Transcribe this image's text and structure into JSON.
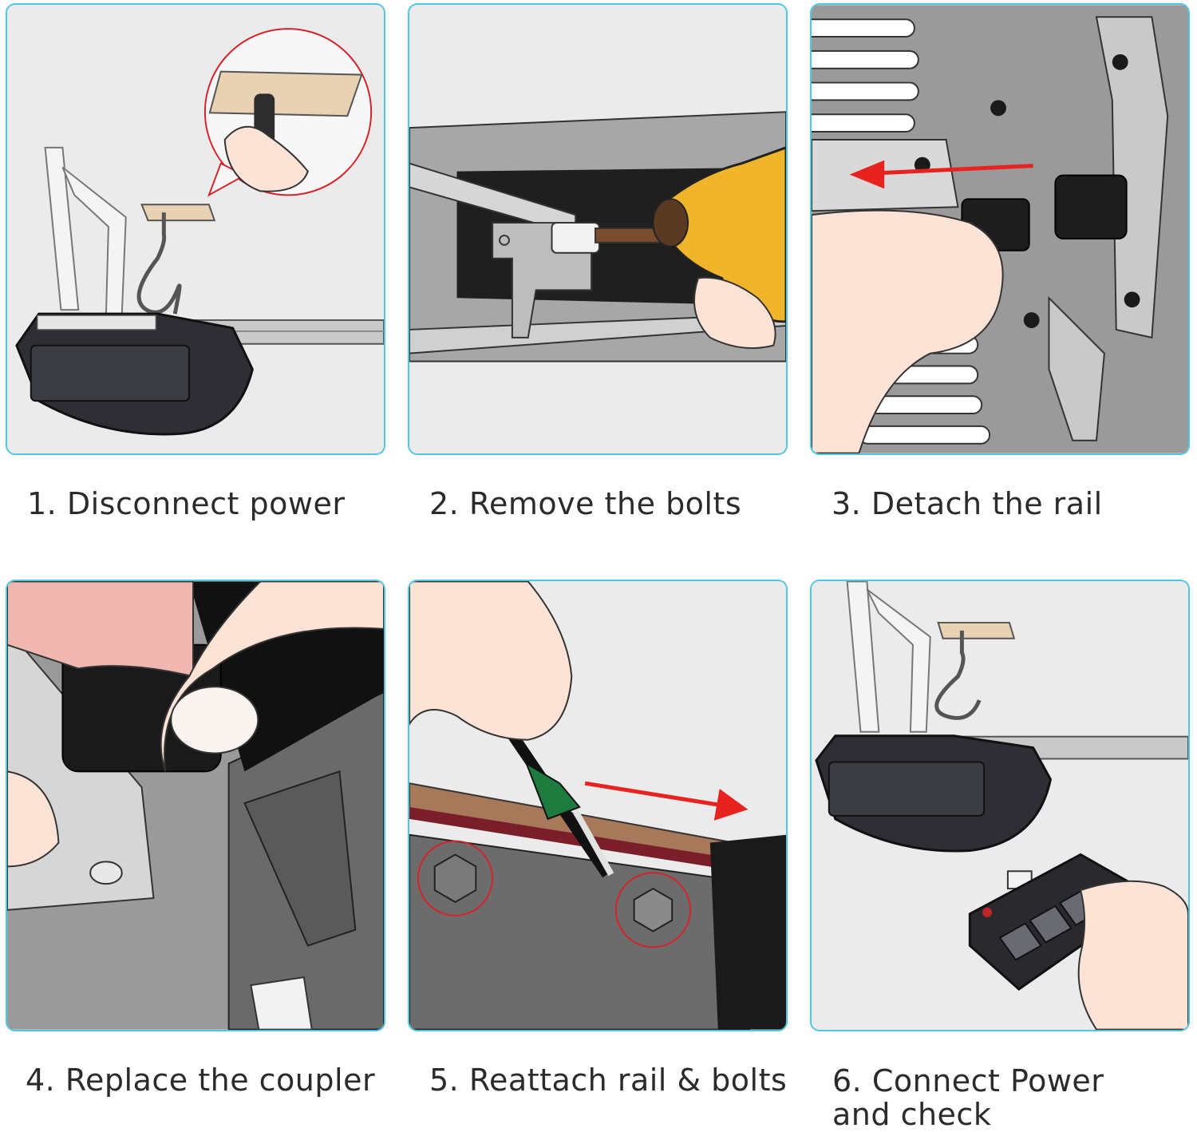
{
  "steps": [
    {
      "label": "1. Disconnect power"
    },
    {
      "label": "2. Remove the bolts"
    },
    {
      "label": "3. Detach the rail"
    },
    {
      "label": "4. Replace the coupler"
    },
    {
      "label": "5. Reattach rail & bolts"
    },
    {
      "label": "6. Connect Power and check"
    }
  ],
  "colors": {
    "panel_border": "#4fc6e0",
    "panel_bg": "#ebebeb",
    "arrow_red": "#e8231f",
    "drill_yellow": "#f0b52a",
    "opener_dark": "#2e2e34",
    "skin": "#fde3d6"
  }
}
